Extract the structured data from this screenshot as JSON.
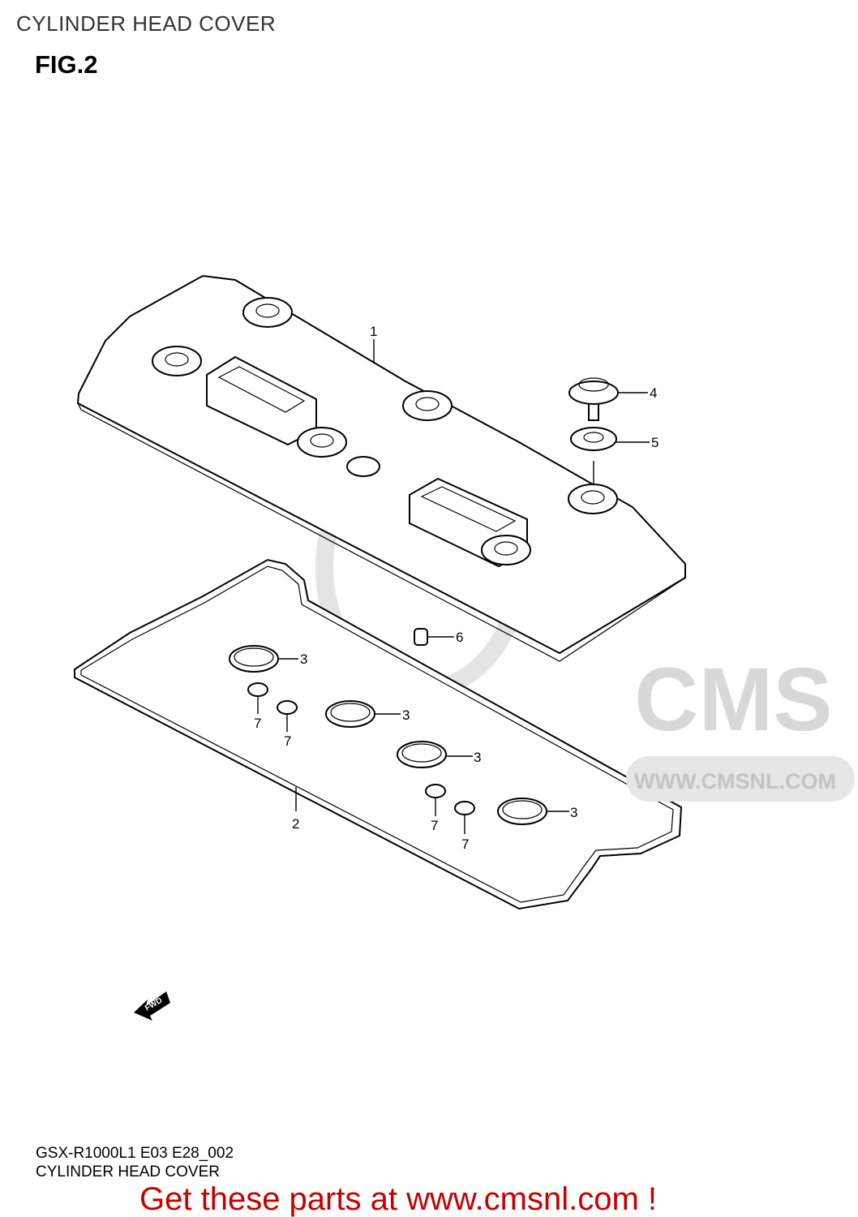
{
  "header": {
    "title": "CYLINDER HEAD COVER",
    "figure": "FIG.2"
  },
  "watermark": {
    "logo_text": "CMS",
    "url_text": "WWW.CMSNL.COM",
    "color": "#d8d8d8"
  },
  "callouts": [
    {
      "number": "1",
      "part": "cylinder-head-cover"
    },
    {
      "number": "2",
      "part": "gasket"
    },
    {
      "number": "3",
      "part": "ring-a"
    },
    {
      "number": "3",
      "part": "ring-b"
    },
    {
      "number": "3",
      "part": "ring-c"
    },
    {
      "number": "3",
      "part": "ring-d"
    },
    {
      "number": "4",
      "part": "bolt"
    },
    {
      "number": "5",
      "part": "washer"
    },
    {
      "number": "6",
      "part": "dowel"
    },
    {
      "number": "7",
      "part": "seal-a"
    },
    {
      "number": "7",
      "part": "seal-b"
    },
    {
      "number": "7",
      "part": "seal-c"
    },
    {
      "number": "7",
      "part": "seal-d"
    }
  ],
  "fwd_label": "FWD",
  "footer": {
    "code": "GSX-R1000L1 E03 E28_002",
    "caption": "CYLINDER HEAD COVER",
    "promo": "Get these parts at www.cmsnl.com !",
    "promo_color": "#c40000"
  }
}
